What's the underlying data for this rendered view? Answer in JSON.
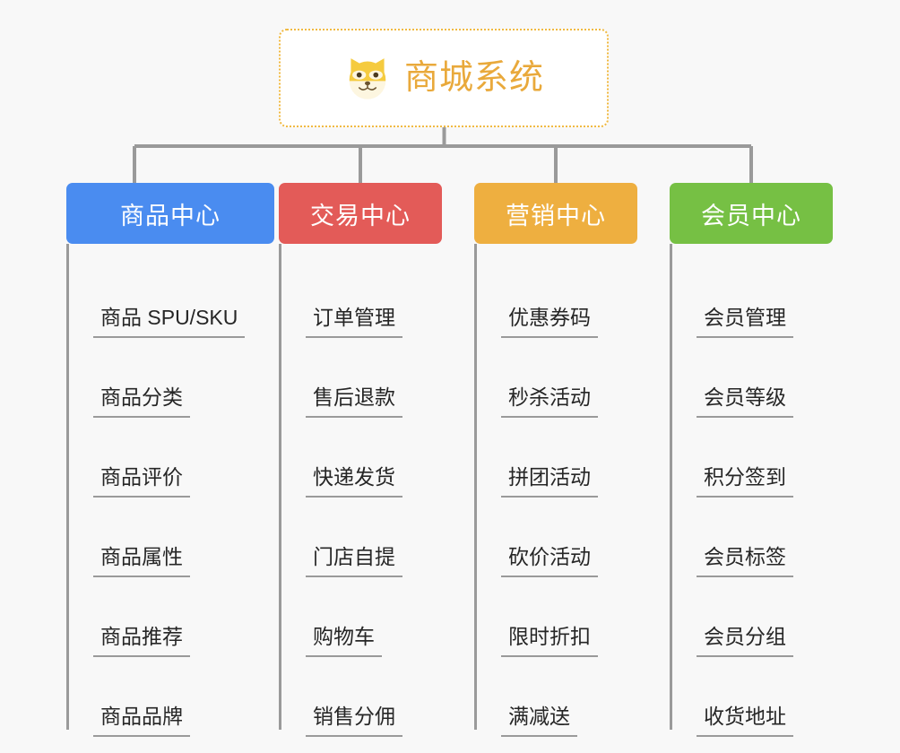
{
  "diagram": {
    "type": "org-chart-mindmap",
    "background_color": "#f8f8f8",
    "connector_color": "#9a9a9a",
    "root": {
      "title": "商城系统",
      "icon": "dog-face-emoji",
      "text_color": "#e9a93b",
      "border_color": "#f0b941",
      "background_color": "#ffffff"
    },
    "columns": [
      {
        "label": "商品中心",
        "color": "#4a8cf0",
        "items": [
          "商品 SPU/SKU",
          "商品分类",
          "商品评价",
          "商品属性",
          "商品推荐",
          "商品品牌"
        ]
      },
      {
        "label": "交易中心",
        "color": "#e35b58",
        "items": [
          "订单管理",
          "售后退款",
          "快递发货",
          "门店自提",
          "购物车",
          "销售分佣"
        ]
      },
      {
        "label": "营销中心",
        "color": "#eeaf40",
        "items": [
          "优惠券码",
          "秒杀活动",
          "拼团活动",
          "砍价活动",
          "限时折扣",
          "满减送"
        ]
      },
      {
        "label": "会员中心",
        "color": "#76c044",
        "items": [
          "会员管理",
          "会员等级",
          "积分签到",
          "会员标签",
          "会员分组",
          "收货地址"
        ]
      }
    ]
  }
}
